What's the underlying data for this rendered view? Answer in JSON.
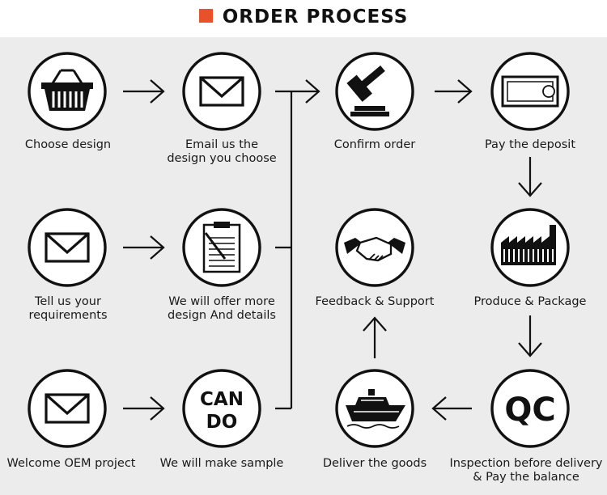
{
  "header": {
    "title": "ORDER PROCESS",
    "accent_color": "#e8512a"
  },
  "steps": {
    "choose_design": {
      "label": "Choose design",
      "icon": "shopping-basket-icon"
    },
    "email_design": {
      "line1": "Email us the",
      "line2": "design you choose",
      "icon": "envelope-icon"
    },
    "confirm_order": {
      "label": "Confirm order",
      "icon": "gavel-icon"
    },
    "pay_deposit": {
      "label": "Pay the deposit",
      "icon": "payment-card-icon"
    },
    "tell_requirements": {
      "line1": "Tell us your",
      "line2": "requirements",
      "icon": "envelope-icon"
    },
    "offer_design": {
      "line1": "We will offer more",
      "line2": "design And details",
      "icon": "document-clipboard-icon"
    },
    "feedback_support": {
      "label": "Feedback & Support",
      "icon": "handshake-icon"
    },
    "produce_package": {
      "label": "Produce & Package",
      "icon": "factory-icon"
    },
    "welcome_oem": {
      "label": "Welcome OEM project",
      "icon": "envelope-icon"
    },
    "make_sample": {
      "label": "We will make sample",
      "icon": "can-do-icon",
      "icon_line1": "CAN",
      "icon_line2": "DO"
    },
    "deliver_goods": {
      "label": "Deliver the goods",
      "icon": "cargo-ship-icon"
    },
    "inspection": {
      "line1": "Inspection before delivery",
      "line2": "& Pay the balance",
      "icon": "qc-icon",
      "icon_text": "QC"
    }
  }
}
